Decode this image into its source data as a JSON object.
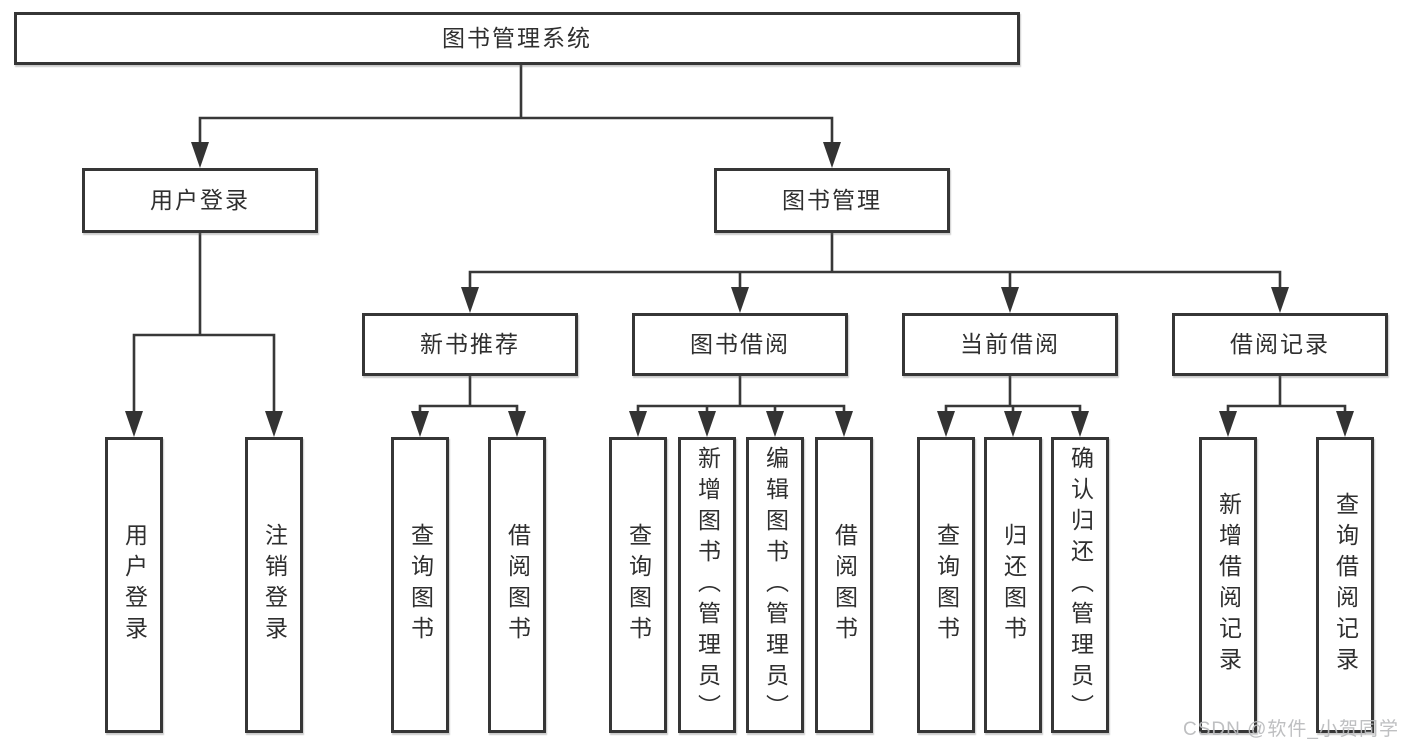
{
  "tree": {
    "label": "图书管理系统",
    "children": [
      {
        "label": "用户登录",
        "children": [
          {
            "label": "用户登录"
          },
          {
            "label": "注销登录"
          }
        ]
      },
      {
        "label": "图书管理",
        "children": [
          {
            "label": "新书推荐",
            "children": [
              {
                "label": "查询图书"
              },
              {
                "label": "借阅图书"
              }
            ]
          },
          {
            "label": "图书借阅",
            "children": [
              {
                "label": "查询图书"
              },
              {
                "label": "新增图书（管理员）"
              },
              {
                "label": "编辑图书（管理员）"
              },
              {
                "label": "借阅图书"
              }
            ]
          },
          {
            "label": "当前借阅",
            "children": [
              {
                "label": "查询图书"
              },
              {
                "label": "归还图书"
              },
              {
                "label": "确认归还（管理员）"
              }
            ]
          },
          {
            "label": "借阅记录",
            "children": [
              {
                "label": "新增借阅记录"
              },
              {
                "label": "查询借阅记录"
              }
            ]
          }
        ]
      }
    ]
  },
  "watermark": "CSDN @软件_小贺同学",
  "colors": {
    "line": "#383838",
    "arrow": "#333333",
    "border": "#363636",
    "text": "#2f2f2f",
    "watermark": "#bbbcbe"
  }
}
